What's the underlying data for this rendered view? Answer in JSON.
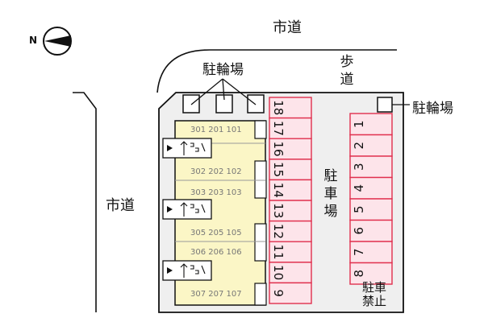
{
  "roads": {
    "north_road": "市道",
    "west_road": "市道",
    "sidewalk": "歩道"
  },
  "compass": {
    "north_label": "N"
  },
  "bicycle_parking": {
    "top_label": "駐輪場",
    "right_label": "駐輪場"
  },
  "parking_label": "駐車場",
  "no_parking_label": "駐車禁止",
  "building": {
    "units": [
      "301 201 101",
      "302 202 102",
      "303 203 103",
      "305 205 105",
      "306 206 106",
      "307 207 107"
    ]
  },
  "parking_left_slots": [
    "18",
    "17",
    "16",
    "15",
    "14",
    "13",
    "12",
    "11",
    "10",
    "9"
  ],
  "parking_right_slots": [
    "1",
    "2",
    "3",
    "4",
    "5",
    "6",
    "7",
    "8"
  ],
  "colors": {
    "parking_fill": "#fde4ea",
    "parking_stroke": "#e0304e",
    "building_fill": "#fbf6c6",
    "lot_fill": "#efefef"
  }
}
